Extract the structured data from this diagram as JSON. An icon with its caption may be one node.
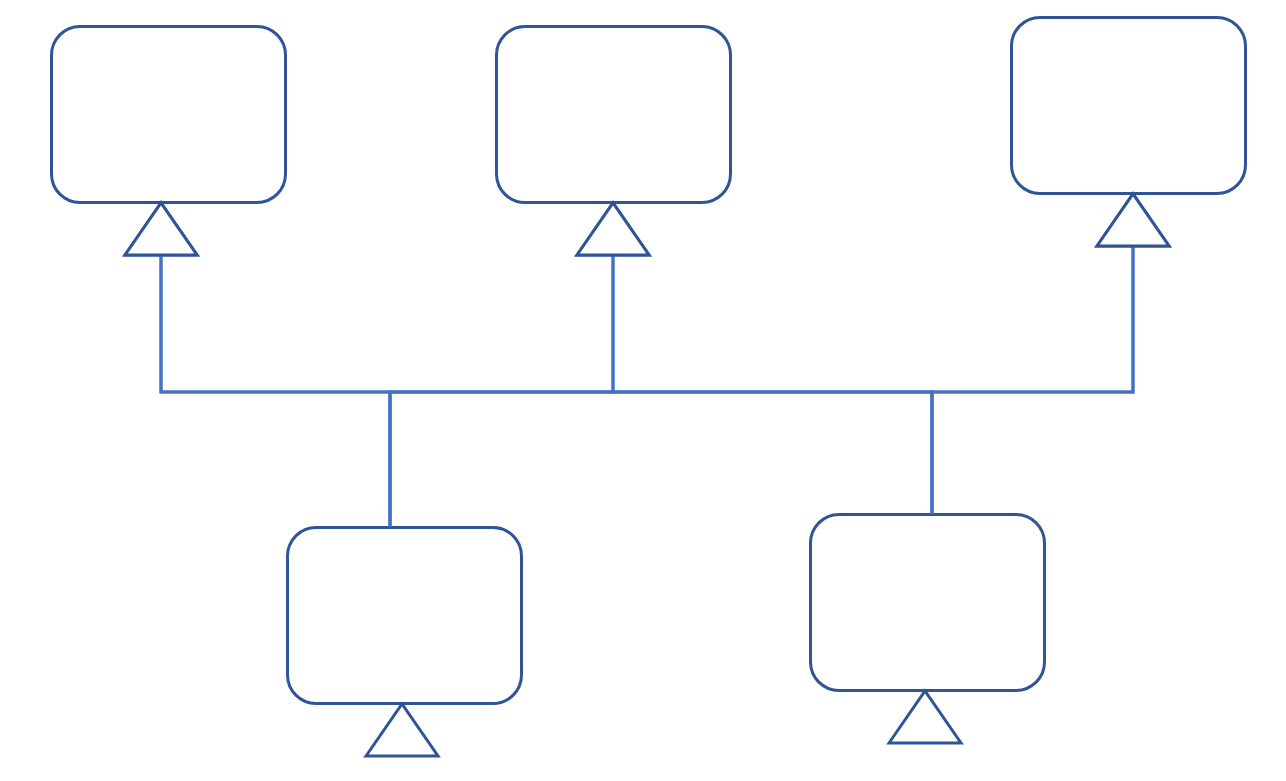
{
  "diagram": {
    "nodes": [
      {
        "text": [],
        "shape": "box"
      },
      {
        "text": [],
        "shape": "box"
      },
      {
        "text": [],
        "shape": "box"
      },
      {
        "text": [],
        "shape": "box"
      },
      {
        "text": [],
        "shape": "box"
      }
    ],
    "edges": [
      {
        "from": 3,
        "to": 0,
        "arrow": "to"
      },
      {
        "from": 3,
        "to": 1,
        "arrow": "to"
      },
      {
        "from": 3,
        "to": 2,
        "arrow": "to"
      },
      {
        "from": 4,
        "to": 0,
        "arrow": "to"
      },
      {
        "from": 4,
        "to": 1,
        "arrow": "to"
      },
      {
        "from": 4,
        "to": 2,
        "arrow": "to"
      },
      {
        "from": null,
        "to": 3,
        "arrow": "to"
      },
      {
        "from": null,
        "to": 4,
        "arrow": "to"
      }
    ]
  }
}
